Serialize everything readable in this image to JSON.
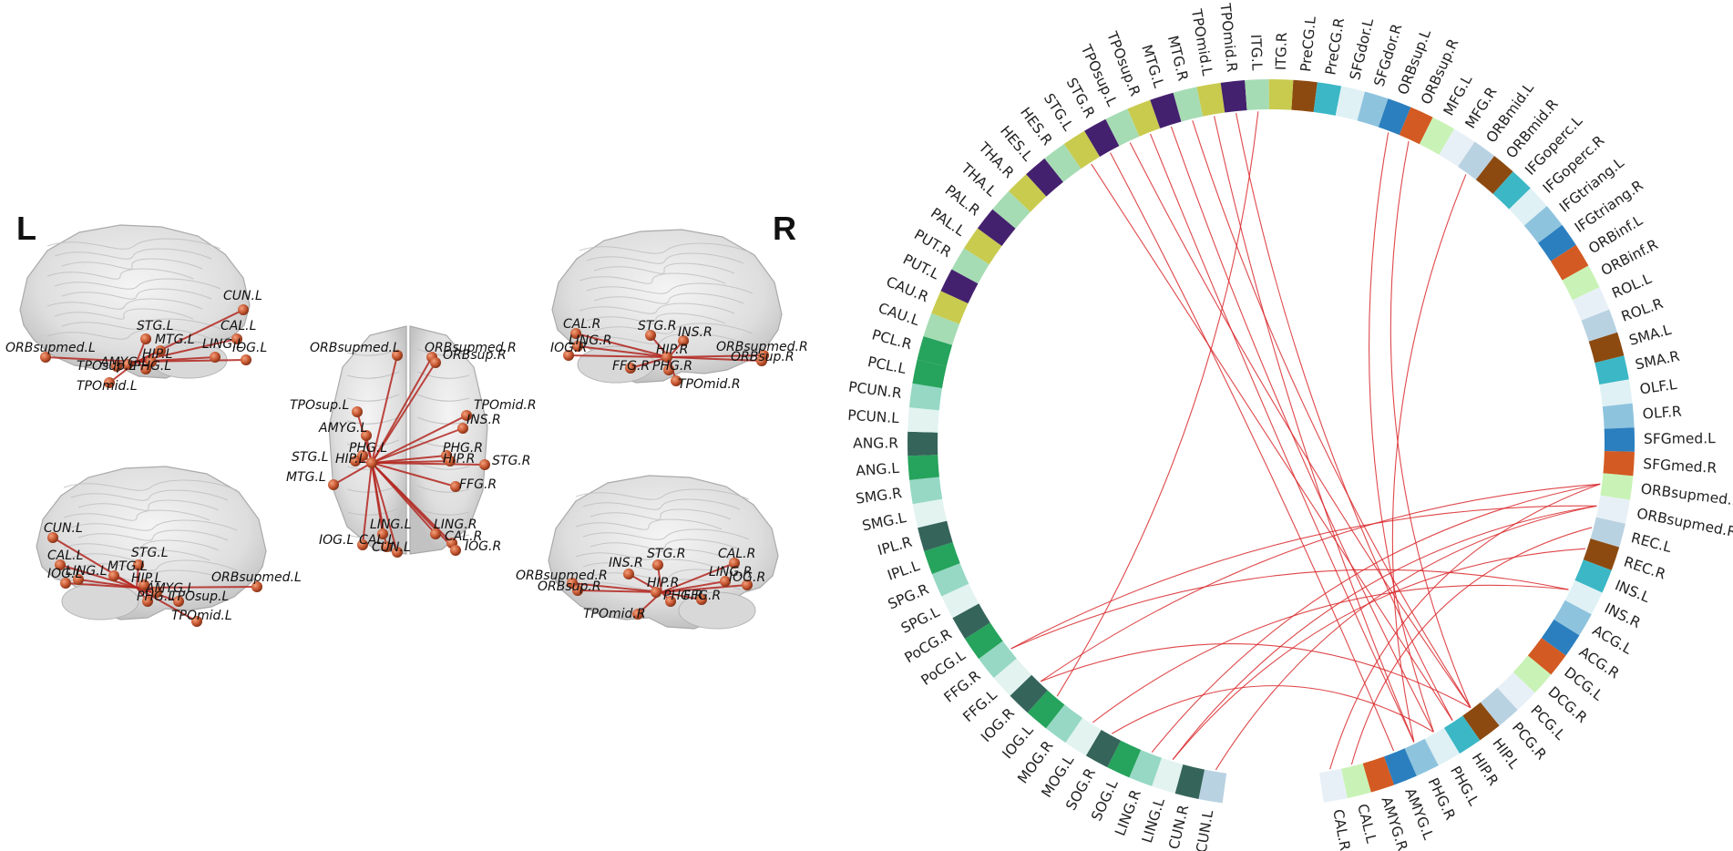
{
  "figure": {
    "side_left": "L",
    "side_right": "R"
  },
  "circos": {
    "regions": [
      {
        "name": "PreCG.L",
        "color": "#8c4a10"
      },
      {
        "name": "PreCG.R",
        "color": "#3bb7c6"
      },
      {
        "name": "SFGdor.L",
        "color": "#dff1f5"
      },
      {
        "name": "SFGdor.R",
        "color": "#8ec3de"
      },
      {
        "name": "ORBsup.L",
        "color": "#2b7fbf"
      },
      {
        "name": "ORBsup.R",
        "color": "#d35a22"
      },
      {
        "name": "MFG.L",
        "color": "#c9f3b6"
      },
      {
        "name": "MFG.R",
        "color": "#e8f0f7"
      },
      {
        "name": "ORBmid.L",
        "color": "#b9d2e2"
      },
      {
        "name": "ORBmid.R",
        "color": "#8c4a10"
      },
      {
        "name": "IFGoperc.L",
        "color": "#3bb7c6"
      },
      {
        "name": "IFGoperc.R",
        "color": "#dff1f5"
      },
      {
        "name": "IFGtriang.L",
        "color": "#8ec3de"
      },
      {
        "name": "IFGtriang.R",
        "color": "#2b7fbf"
      },
      {
        "name": "ORBinf.L",
        "color": "#d35a22"
      },
      {
        "name": "ORBinf.R",
        "color": "#c9f3b6"
      },
      {
        "name": "ROL.L",
        "color": "#e8f0f7"
      },
      {
        "name": "ROL.R",
        "color": "#b9d2e2"
      },
      {
        "name": "SMA.L",
        "color": "#8c4a10"
      },
      {
        "name": "SMA.R",
        "color": "#3bb7c6"
      },
      {
        "name": "OLF.L",
        "color": "#dff1f5"
      },
      {
        "name": "OLF.R",
        "color": "#8ec3de"
      },
      {
        "name": "SFGmed.L",
        "color": "#2b7fbf"
      },
      {
        "name": "SFGmed.R",
        "color": "#d35a22"
      },
      {
        "name": "ORBsupmed.L",
        "color": "#c9f3b6"
      },
      {
        "name": "ORBsupmed.R",
        "color": "#e8f0f7"
      },
      {
        "name": "REC.L",
        "color": "#b9d2e2"
      },
      {
        "name": "REC.R",
        "color": "#8c4a10"
      },
      {
        "name": "INS.L",
        "color": "#3bb7c6"
      },
      {
        "name": "INS.R",
        "color": "#dff1f5"
      },
      {
        "name": "ACG.L",
        "color": "#8ec3de"
      },
      {
        "name": "ACG.R",
        "color": "#2b7fbf"
      },
      {
        "name": "DCG.L",
        "color": "#d35a22"
      },
      {
        "name": "DCG.R",
        "color": "#c9f3b6"
      },
      {
        "name": "PCG.L",
        "color": "#e8f0f7"
      },
      {
        "name": "PCG.R",
        "color": "#b9d2e2"
      },
      {
        "name": "HIP.L",
        "color": "#8c4a10"
      },
      {
        "name": "HIP.R",
        "color": "#3bb7c6"
      },
      {
        "name": "PHG.L",
        "color": "#dff1f5"
      },
      {
        "name": "PHG.R",
        "color": "#8ec3de"
      },
      {
        "name": "AMYG.L",
        "color": "#2b7fbf"
      },
      {
        "name": "AMYG.R",
        "color": "#d35a22"
      },
      {
        "name": "CAL.L",
        "color": "#c9f3b6"
      },
      {
        "name": "CAL.R",
        "color": "#e8f0f7"
      },
      {
        "name": "CUN.L",
        "color": "#b9d2e2"
      },
      {
        "name": "CUN.R",
        "color": "#35645a"
      },
      {
        "name": "LING.L",
        "color": "#e2f3f0"
      },
      {
        "name": "LING.R",
        "color": "#96d8c4"
      },
      {
        "name": "SOG.L",
        "color": "#26a35c"
      },
      {
        "name": "SOG.R",
        "color": "#35645a"
      },
      {
        "name": "MOG.L",
        "color": "#e2f3f0"
      },
      {
        "name": "MOG.R",
        "color": "#96d8c4"
      },
      {
        "name": "IOG.L",
        "color": "#26a35c"
      },
      {
        "name": "IOG.R",
        "color": "#35645a"
      },
      {
        "name": "FFG.L",
        "color": "#e2f3f0"
      },
      {
        "name": "FFG.R",
        "color": "#96d8c4"
      },
      {
        "name": "PoCG.L",
        "color": "#26a35c"
      },
      {
        "name": "PoCG.R",
        "color": "#35645a"
      },
      {
        "name": "SPG.L",
        "color": "#e2f3f0"
      },
      {
        "name": "SPG.R",
        "color": "#96d8c4"
      },
      {
        "name": "IPL.L",
        "color": "#26a35c"
      },
      {
        "name": "IPL.R",
        "color": "#35645a"
      },
      {
        "name": "SMG.L",
        "color": "#e2f3f0"
      },
      {
        "name": "SMG.R",
        "color": "#96d8c4"
      },
      {
        "name": "ANG.L",
        "color": "#26a35c"
      },
      {
        "name": "ANG.R",
        "color": "#35645a"
      },
      {
        "name": "PCUN.L",
        "color": "#e2f3f0"
      },
      {
        "name": "PCUN.R",
        "color": "#96d8c4"
      },
      {
        "name": "PCL.L",
        "color": "#26a35c"
      },
      {
        "name": "PCL.R",
        "color": "#26a35c"
      },
      {
        "name": "CAU.L",
        "color": "#a6dcb4"
      },
      {
        "name": "CAU.R",
        "color": "#c8cb4e"
      },
      {
        "name": "PUT.L",
        "color": "#44216e"
      },
      {
        "name": "PUT.R",
        "color": "#a6dcb4"
      },
      {
        "name": "PAL.L",
        "color": "#c8cb4e"
      },
      {
        "name": "PAL.R",
        "color": "#44216e"
      },
      {
        "name": "THA.L",
        "color": "#a6dcb4"
      },
      {
        "name": "THA.R",
        "color": "#c8cb4e"
      },
      {
        "name": "HES.L",
        "color": "#44216e"
      },
      {
        "name": "HES.R",
        "color": "#a6dcb4"
      },
      {
        "name": "STG.L",
        "color": "#c8cb4e"
      },
      {
        "name": "STG.R",
        "color": "#44216e"
      },
      {
        "name": "TPOsup.L",
        "color": "#a6dcb4"
      },
      {
        "name": "TPOsup.R",
        "color": "#c8cb4e"
      },
      {
        "name": "MTG.L",
        "color": "#44216e"
      },
      {
        "name": "MTG.R",
        "color": "#a6dcb4"
      },
      {
        "name": "TPOmid.L",
        "color": "#c8cb4e"
      },
      {
        "name": "TPOmid.R",
        "color": "#44216e"
      },
      {
        "name": "ITG.L",
        "color": "#a6dcb4"
      },
      {
        "name": "ITG.R",
        "color": "#c8cb4e"
      }
    ],
    "links": [
      [
        "ORBsupmed.L",
        "LING.R"
      ],
      [
        "ORBsupmed.L",
        "IOG.R"
      ],
      [
        "ORBsupmed.L",
        "CAL.R"
      ],
      [
        "ORBsupmed.R",
        "CUN.L"
      ],
      [
        "ORBsupmed.R",
        "LING.L"
      ],
      [
        "ORBsupmed.R",
        "FFG.R"
      ],
      [
        "ORBsup.L",
        "PHG.L"
      ],
      [
        "ORBsup.R",
        "HIP.L"
      ],
      [
        "ORBmid.L",
        "PHG.R"
      ],
      [
        "TPOmid.R",
        "HIP.R"
      ],
      [
        "TPOmid.L",
        "PHG.R"
      ],
      [
        "TPOsup.L",
        "HIP.L"
      ],
      [
        "TPOsup.R",
        "PHG.R"
      ],
      [
        "STG.L",
        "HIP.R"
      ],
      [
        "STG.R",
        "AMYG.L"
      ],
      [
        "MTG.L",
        "PHG.L"
      ],
      [
        "MTG.R",
        "HIP.L"
      ],
      [
        "ITG.L",
        "IOG.L"
      ],
      [
        "INS.R",
        "FFG.R"
      ],
      [
        "INS.R",
        "MOG.L"
      ],
      [
        "REC.L",
        "CAL.L"
      ],
      [
        "REC.R",
        "LING.L"
      ],
      [
        "HIP.L",
        "IOG.R"
      ],
      [
        "PHG.L",
        "SOG.R"
      ]
    ]
  },
  "brain_views": {
    "left_lateral": {
      "labels": [
        {
          "text": "CUN.L"
        },
        {
          "text": "CAL.L"
        },
        {
          "text": "STG.L"
        },
        {
          "text": "MTG.L"
        },
        {
          "text": "LING.L"
        },
        {
          "text": "IOG.L"
        },
        {
          "text": "HIP.L"
        },
        {
          "text": "ORBsupmed.L"
        },
        {
          "text": "TPOsup.L"
        },
        {
          "text": "AMYG.L"
        },
        {
          "text": "PHG.L"
        },
        {
          "text": "TPOmid.L"
        }
      ]
    },
    "left_medial": {
      "labels": [
        {
          "text": "CUN.L"
        },
        {
          "text": "CAL.L"
        },
        {
          "text": "IOG.L"
        },
        {
          "text": "LING.L"
        },
        {
          "text": "MTG.L"
        },
        {
          "text": "STG.L"
        },
        {
          "text": "HIP.L"
        },
        {
          "text": "AMYG.L"
        },
        {
          "text": "PHG.L"
        },
        {
          "text": "TPOsup.L"
        },
        {
          "text": "ORBsupmed.L"
        },
        {
          "text": "TPOmid.L"
        }
      ]
    },
    "axial": {
      "labels": [
        {
          "text": "ORBsupmed.L"
        },
        {
          "text": "ORBsupmed.R"
        },
        {
          "text": "ORBsup.R"
        },
        {
          "text": "TPOsup.L"
        },
        {
          "text": "TPOmid.R"
        },
        {
          "text": "INS.R"
        },
        {
          "text": "AMYG.L"
        },
        {
          "text": "PHG.L"
        },
        {
          "text": "HIP.L"
        },
        {
          "text": "STG.L"
        },
        {
          "text": "PHG.R"
        },
        {
          "text": "HIP.R"
        },
        {
          "text": "STG.R"
        },
        {
          "text": "MTG.L"
        },
        {
          "text": "FFG.R"
        },
        {
          "text": "LING.L"
        },
        {
          "text": "LING.R"
        },
        {
          "text": "IOG.L"
        },
        {
          "text": "CAL.L"
        },
        {
          "text": "CUN.L"
        },
        {
          "text": "CAL.R"
        },
        {
          "text": "IOG.R"
        }
      ]
    },
    "right_lateral": {
      "labels": [
        {
          "text": "CAL.R"
        },
        {
          "text": "LING.R"
        },
        {
          "text": "IOG.R"
        },
        {
          "text": "STG.R"
        },
        {
          "text": "INS.R"
        },
        {
          "text": "HIP.R"
        },
        {
          "text": "ORBsupmed.R"
        },
        {
          "text": "ORBsup.R"
        },
        {
          "text": "FFG.R"
        },
        {
          "text": "PHG.R"
        },
        {
          "text": "TPOmid.R"
        }
      ]
    },
    "right_medial": {
      "labels": [
        {
          "text": "INS.R"
        },
        {
          "text": "STG.R"
        },
        {
          "text": "CAL.R"
        },
        {
          "text": "ORBsupmed.R"
        },
        {
          "text": "HIP.R"
        },
        {
          "text": "LING.R"
        },
        {
          "text": "IOG.R"
        },
        {
          "text": "ORBsup.R"
        },
        {
          "text": "PHG.R"
        },
        {
          "text": "FFG.R"
        },
        {
          "text": "TPOmid.R"
        }
      ]
    }
  }
}
